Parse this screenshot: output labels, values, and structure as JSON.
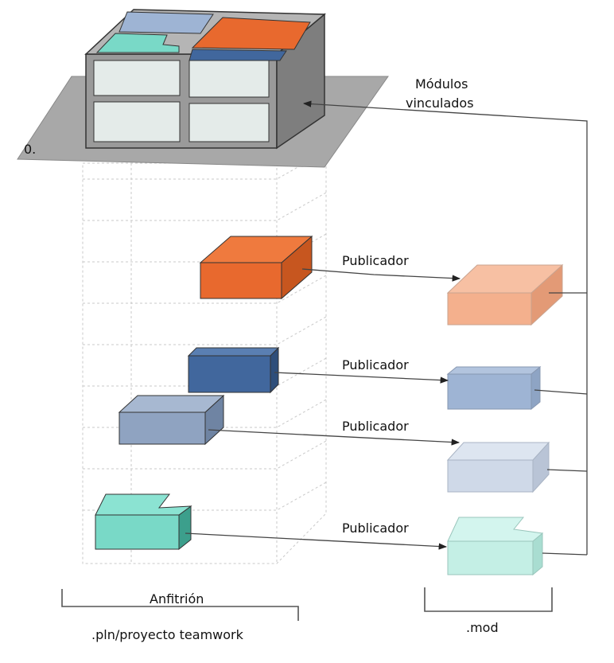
{
  "labels": {
    "linked_modules_line1": "Módulos",
    "linked_modules_line2": "vinculados",
    "floor_marker": "0.",
    "publisher": "Publicador",
    "host": "Anfitrión",
    "host_file": ".pln/proyecto teamwork",
    "module_file": ".mod"
  },
  "colors": {
    "orange": "#e8692e",
    "orange_light": "#f4b08d",
    "blue_dark": "#41679d",
    "blue_mid": "#9eb4d4",
    "blue_gray": "#8fa3c1",
    "blue_light": "#cfd9e8",
    "teal": "#79d9c7",
    "teal_light": "#c4efe5",
    "building_wall": "#8a8a8a",
    "platform": "#a8a8a8"
  },
  "publishers": [
    {
      "label": "Publicador",
      "source": "orange module",
      "target": "orange .mod file"
    },
    {
      "label": "Publicador",
      "source": "dark blue module",
      "target": "blue .mod file"
    },
    {
      "label": "Publicador",
      "source": "blue-gray module",
      "target": "light blue .mod file"
    },
    {
      "label": "Publicador",
      "source": "teal module",
      "target": "teal .mod file"
    }
  ]
}
